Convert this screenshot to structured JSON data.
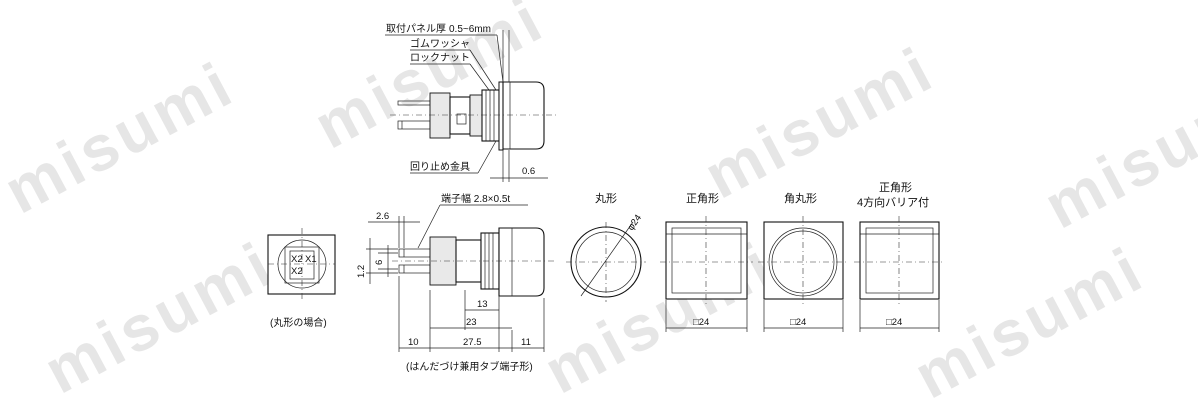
{
  "watermark": "misumi",
  "labels": {
    "panel_thickness": "取付パネル厚",
    "panel_thickness_range": "0.5~6mm",
    "rubber_washer": "ゴムワッシャ",
    "lock_nut": "ロックナット",
    "anti_rotation": "回り止め金具",
    "terminal_width": "端子幅 2.8×0.5t",
    "round_case": "(丸形の場合)",
    "solder_tab": "(はんだづけ兼用タブ端子形)",
    "pin_x1": "X1",
    "pin_x2a": "X2",
    "pin_x2b": "X2"
  },
  "dimensions": {
    "d_0_6": "0.6",
    "d_2_6": "2.6",
    "d_6": "6",
    "d_1_2": "1.2",
    "d_13": "13",
    "d_23": "23",
    "d_10": "10",
    "d_27_5": "27.5",
    "d_11": "11"
  },
  "shapes": [
    {
      "title": "丸形",
      "subtitle": "",
      "dim": "φ24",
      "bottom": ""
    },
    {
      "title": "正角形",
      "subtitle": "",
      "dim": "",
      "bottom": "□24"
    },
    {
      "title": "角丸形",
      "subtitle": "",
      "dim": "",
      "bottom": "□24"
    },
    {
      "title": "正角形",
      "subtitle": "4方向バリア付",
      "dim": "",
      "bottom": "□24"
    }
  ]
}
